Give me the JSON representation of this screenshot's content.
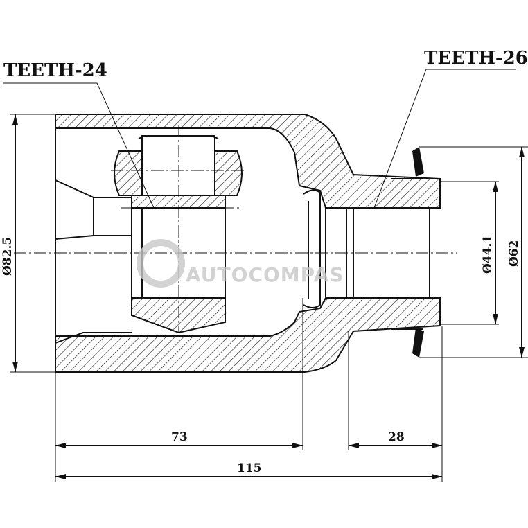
{
  "labels": {
    "teeth_left": "TEETH-24",
    "teeth_right": "TEETH-26"
  },
  "dimensions": {
    "outer_diameter": "Ø82.5",
    "shaft_diameter": "Ø44.1",
    "flange_diameter": "Ø62",
    "inner_length": "73",
    "spline_length": "28",
    "total_length": "115"
  },
  "watermark": "AUTOCOMPAS",
  "colors": {
    "line": "#111111",
    "watermark": "#c8c8c8"
  }
}
